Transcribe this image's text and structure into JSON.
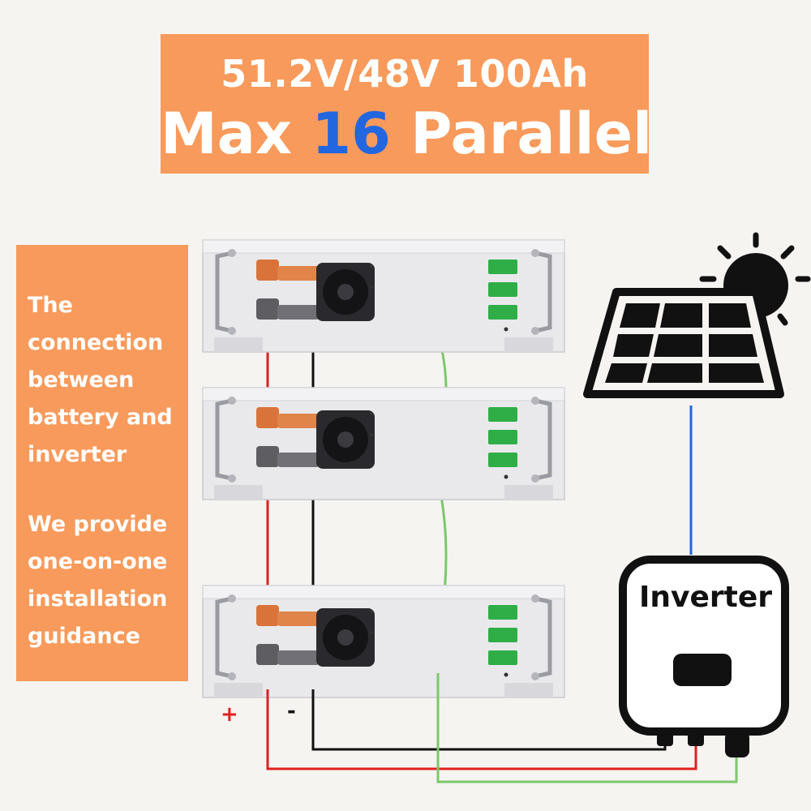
{
  "title": {
    "line1": "51.2V/48V 100Ah",
    "line2_prefix": "Max ",
    "line2_number": "16",
    "line2_suffix": " Parallel",
    "number_color": "#2266e0"
  },
  "side_panel": {
    "paragraph1": "The connection between battery and inverter",
    "paragraph2": "We provide one-on-one installation guidance"
  },
  "inverter": {
    "label": "Inverter"
  },
  "polarity": {
    "positive": "+",
    "negative": "-"
  },
  "batteries": {
    "count": 3
  },
  "colors": {
    "accent_orange": "#f89a5b",
    "positive_cable": "#e02020",
    "negative_cable": "#111111",
    "comm_cable": "#7cc86a",
    "solar_cable": "#2266e0"
  },
  "icons": [
    "battery-module-icon",
    "solar-panel-icon",
    "sun-icon",
    "inverter-icon",
    "cooling-fan-icon",
    "terminal-connector-icon"
  ]
}
